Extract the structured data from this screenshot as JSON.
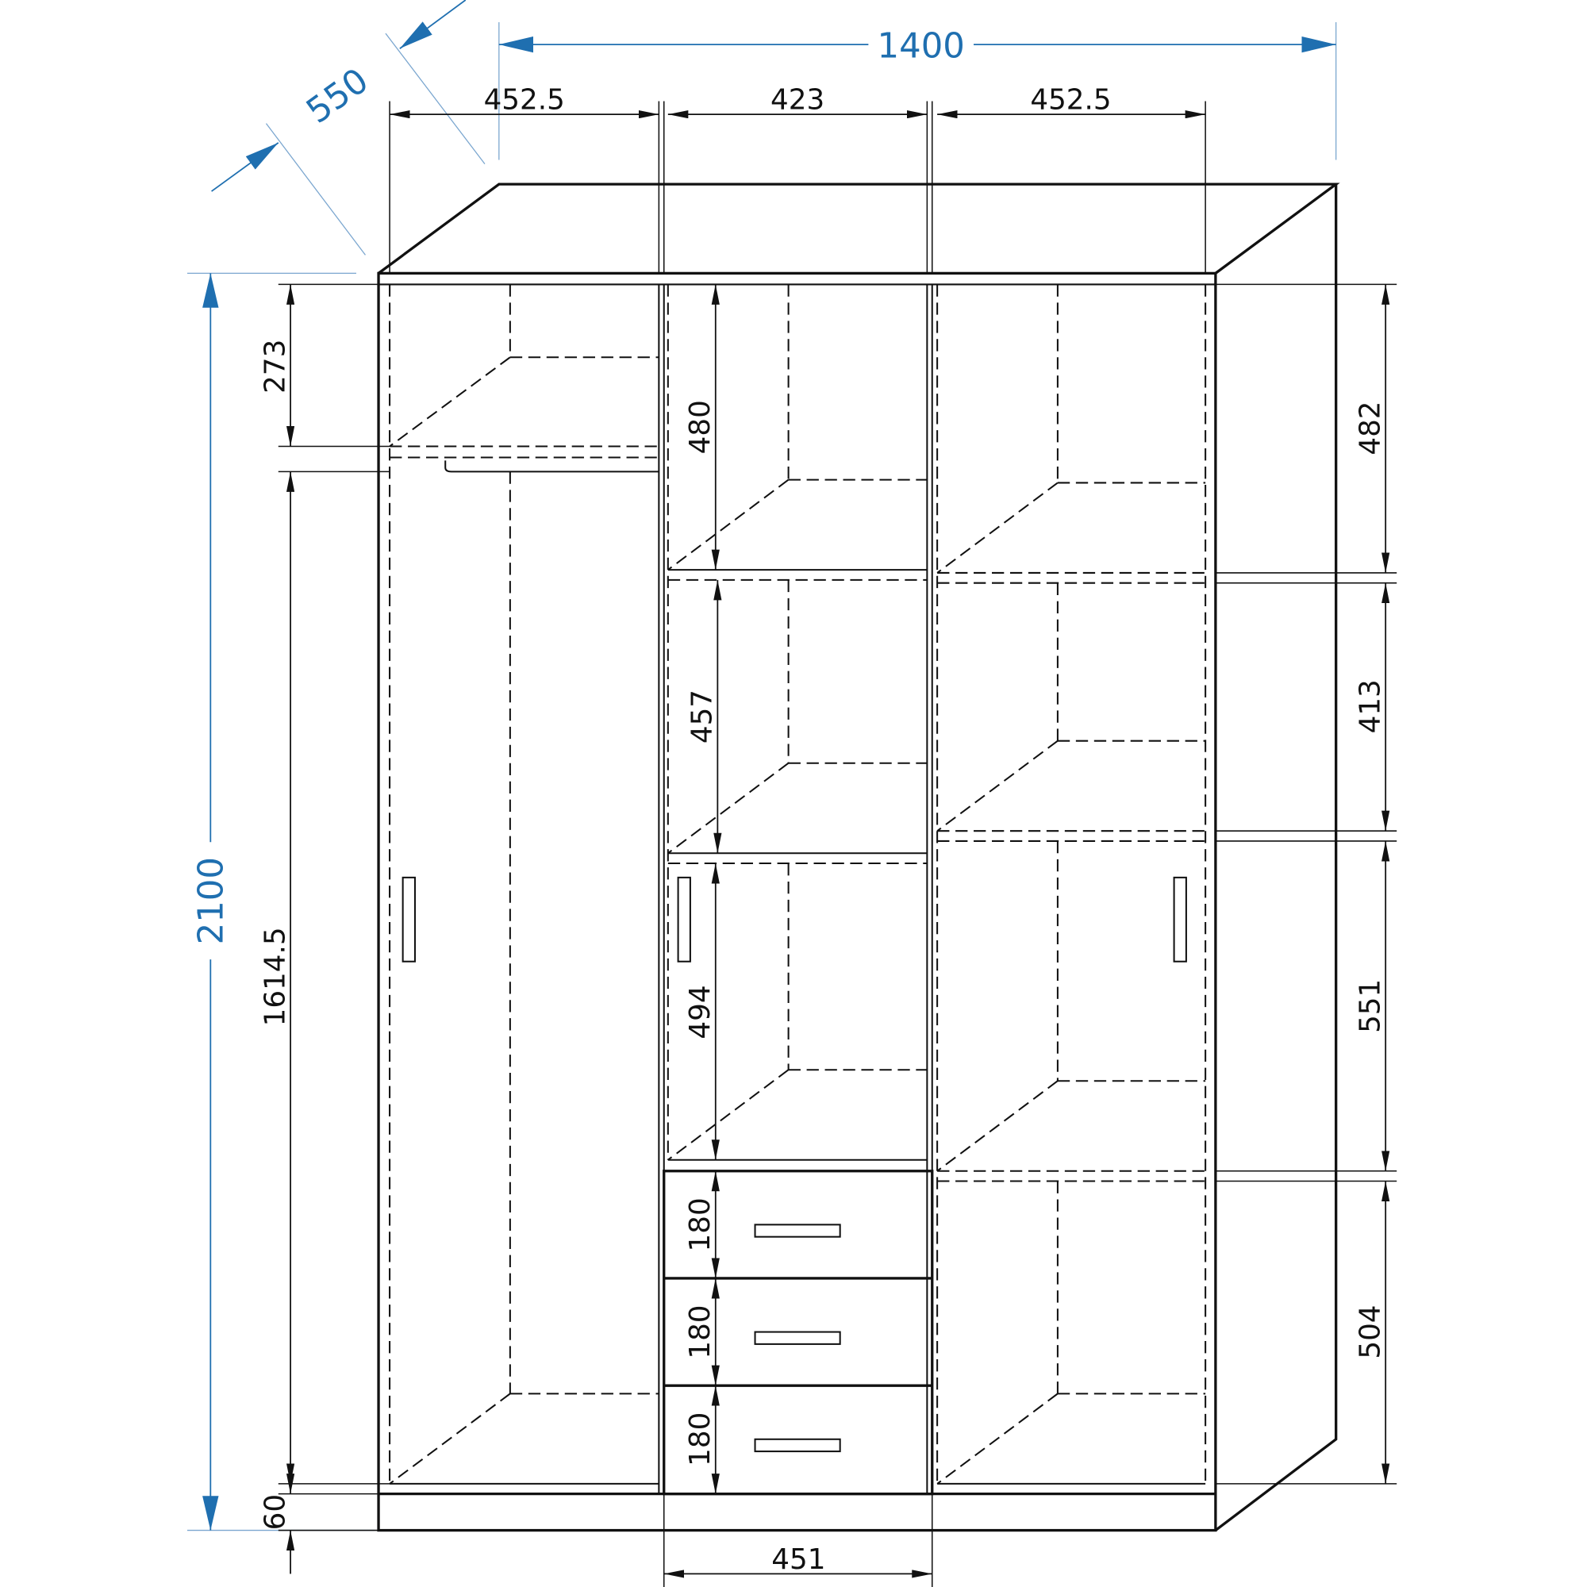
{
  "title": "Wardrobe dimension drawing",
  "colors": {
    "line": "#111111",
    "accent": "#1f6fb0"
  },
  "dimensions": {
    "overall_width": "1400",
    "depth": "550",
    "overall_height": "2100",
    "left_section_width": "452.5",
    "middle_section_width": "423",
    "right_section_width": "452.5",
    "left_top_compartment": "273",
    "left_hanging_height": "1614.5",
    "plinth": "60",
    "middle_shelf_1": "480",
    "middle_shelf_2": "457",
    "middle_shelf_3": "494",
    "drawer_1": "180",
    "drawer_2": "180",
    "drawer_3": "180",
    "right_shelf_1": "482",
    "right_shelf_2": "413",
    "right_shelf_3": "551",
    "right_shelf_4": "504",
    "drawer_width": "451"
  }
}
